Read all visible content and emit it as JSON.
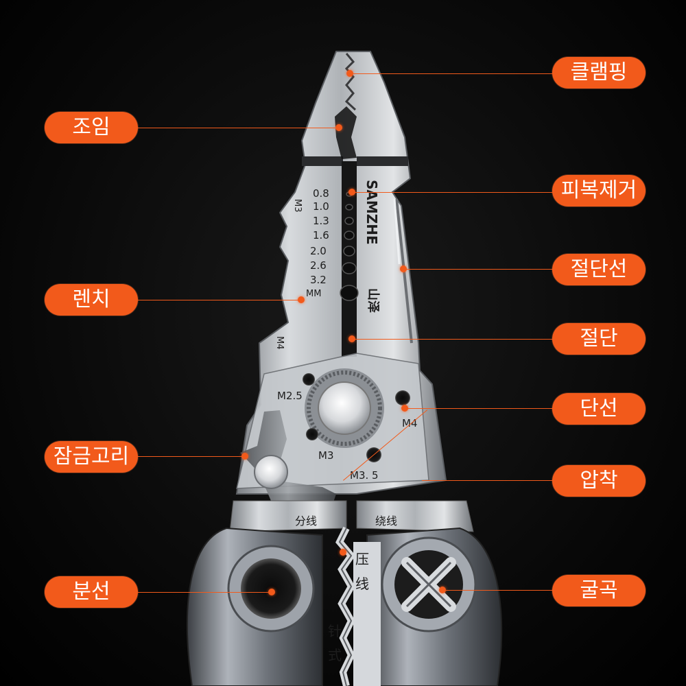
{
  "labels": {
    "crimp_clamp": "클램핑",
    "tighten": "조임",
    "strip": "피복제거",
    "cut_wire": "절단선",
    "wrench": "렌치",
    "cut": "절단",
    "shear_wire": "단선",
    "lock_hook": "잠금고리",
    "crimp": "압착",
    "split_wire": "분선",
    "bend": "굴곡"
  },
  "engraving": {
    "brand": "SAMZHE",
    "brand_cn": "山泽",
    "gauges": [
      "0.8",
      "1.0",
      "1.3",
      "1.6",
      "2.0",
      "2.6",
      "3.2",
      "MM"
    ],
    "m3_top": "M3",
    "m4_side": "M4",
    "m2_5": "M2.5",
    "m3": "M3",
    "m3_5": "M3. 5",
    "m4": "M4",
    "split_cn": "分线",
    "wind_cn": "绕线",
    "press_cn_1": "压",
    "press_cn_2": "线",
    "pin_cn_1": "针",
    "pin_cn_2": "式"
  },
  "colors": {
    "accent": "#f25a1b",
    "background": "#000000",
    "steel": "#b8bcc0"
  }
}
